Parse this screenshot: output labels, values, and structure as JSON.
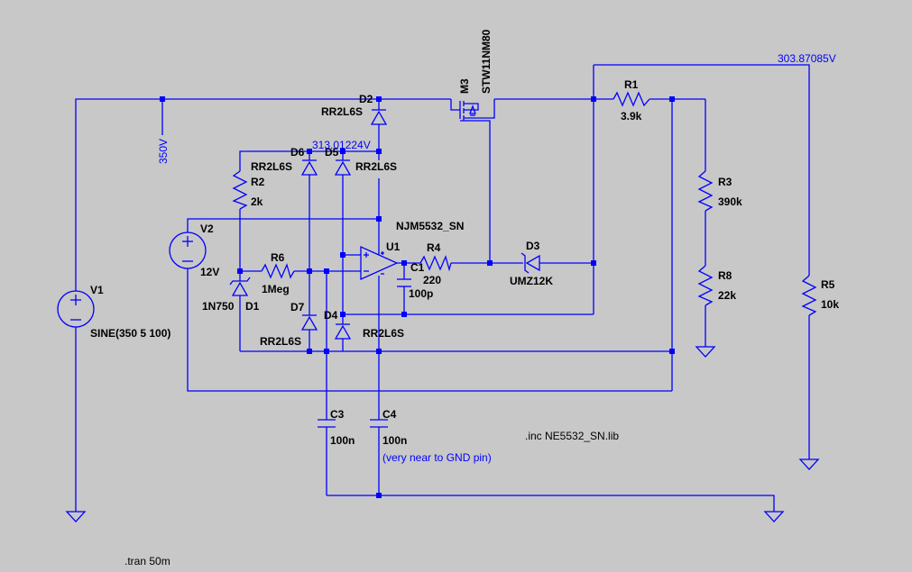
{
  "components": {
    "V1": {
      "name": "V1",
      "value": "SINE(350 5 100)"
    },
    "V2": {
      "name": "V2",
      "value": "12V"
    },
    "R1": {
      "name": "R1",
      "value": "3.9k"
    },
    "R2": {
      "name": "R2",
      "value": "2k"
    },
    "R3": {
      "name": "R3",
      "value": "390k"
    },
    "R4": {
      "name": "R4",
      "value": "220"
    },
    "R5": {
      "name": "R5",
      "value": "10k"
    },
    "R6": {
      "name": "R6",
      "value": "1Meg"
    },
    "R8": {
      "name": "R8",
      "value": "22k"
    },
    "C1": {
      "name": "C1",
      "value": "100p"
    },
    "C3": {
      "name": "C3",
      "value": "100n"
    },
    "C4": {
      "name": "C4",
      "value": "100n"
    },
    "D1": {
      "name": "D1",
      "value": "1N750"
    },
    "D2": {
      "name": "D2",
      "value": "RR2L6S"
    },
    "D3": {
      "name": "D3",
      "value": "UMZ12K"
    },
    "D4": {
      "name": "D4",
      "value": "RR2L6S"
    },
    "D5": {
      "name": "D5",
      "value": "RR2L6S"
    },
    "D6": {
      "name": "D6",
      "value": "RR2L6S"
    },
    "D7": {
      "name": "D7",
      "value": "RR2L6S"
    },
    "M3": {
      "name": "M3",
      "value": "STW11NM80"
    },
    "U1": {
      "name": "U1",
      "value": "NJM5532_SN"
    }
  },
  "node_voltages": {
    "in": "350V",
    "mid": "313.01224V",
    "out": "303.87085V"
  },
  "annotations": {
    "c4_note": "(very near to GND pin)",
    "include": ".inc NE5532_SN.lib",
    "tran": ".tran 50m"
  }
}
